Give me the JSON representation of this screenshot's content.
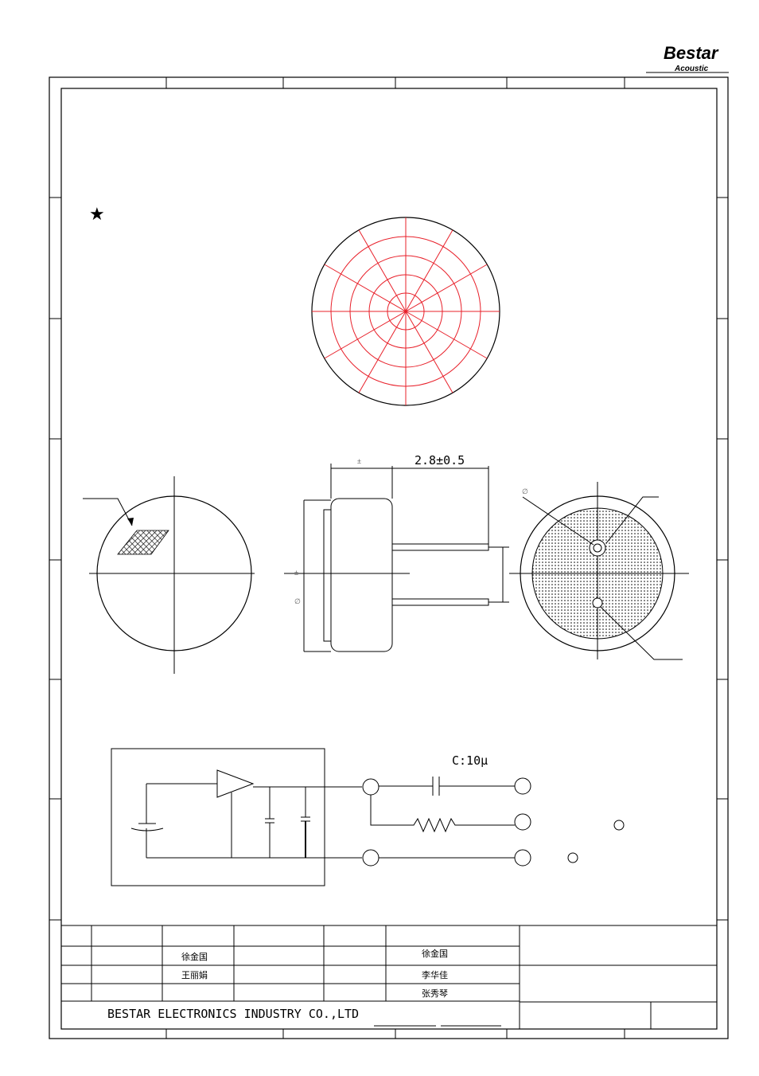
{
  "logo": {
    "brand": "Bestar",
    "sub": "Acoustic"
  },
  "marker": "★",
  "dimensions": {
    "pin_length": "2.8±0.5",
    "tolerance": "±",
    "diameter_symbol": "∅",
    "plus_minus_vertical": "±"
  },
  "circuit": {
    "capacitor_label": "C:10μ"
  },
  "title_block": {
    "row2_name_a": "徐金国",
    "row2_name_b": "徐金国",
    "row3_name_a": "王丽娟",
    "row3_name_b": "李华佳",
    "row4_name_b": "张秀琴",
    "company": "BESTAR ELECTRONICS INDUSTRY CO.,LTD"
  },
  "colors": {
    "polar_grid": "#e8202a",
    "line": "#000000"
  }
}
